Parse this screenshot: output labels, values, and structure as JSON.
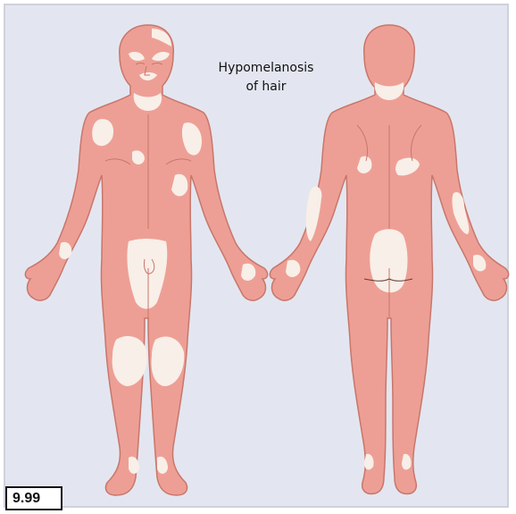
{
  "figure": {
    "annotation_line1": "Hypomelanosis",
    "annotation_line2": "of hair",
    "figure_number": "9.99"
  },
  "colors": {
    "background": "#e3e6f0",
    "skin": "#ee9f95",
    "skin_outline": "#c8766b",
    "depigmented": "#f8efe8"
  }
}
